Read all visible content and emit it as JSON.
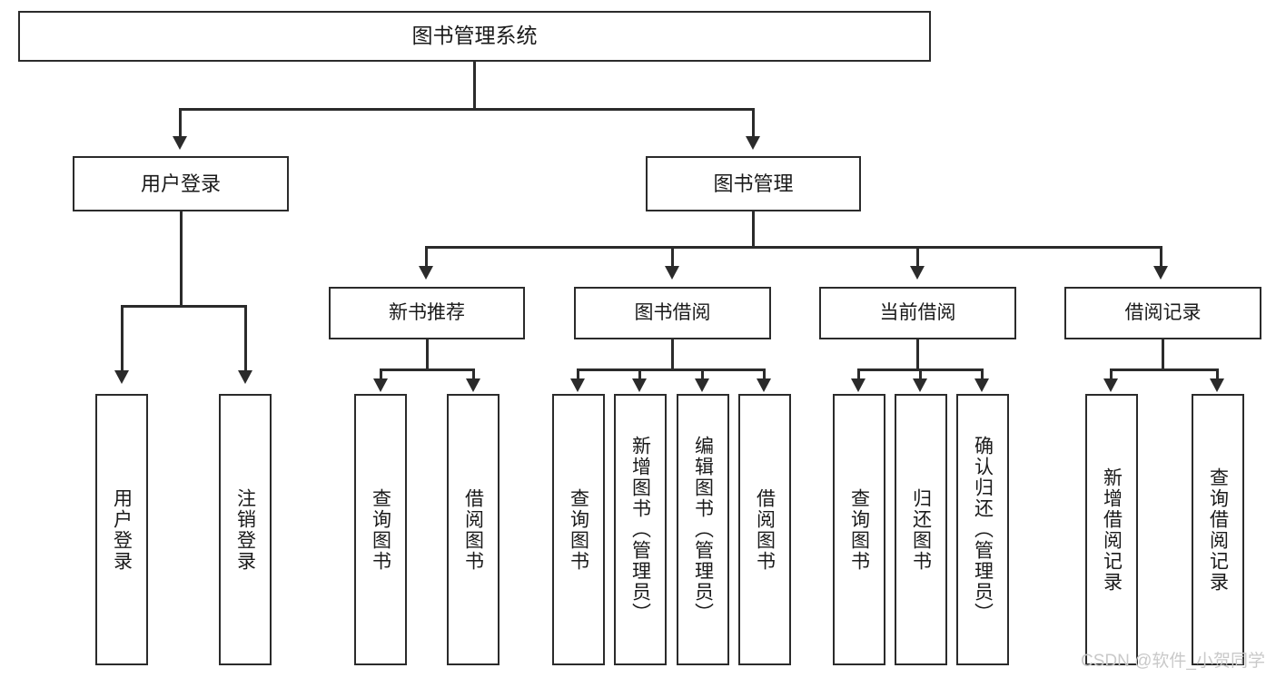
{
  "diagram": {
    "type": "tree-hierarchy",
    "title": "图书管理系统",
    "root": {
      "label": "图书管理系统"
    },
    "level2": [
      {
        "label": "用户登录"
      },
      {
        "label": "图书管理"
      }
    ],
    "level3": [
      {
        "label": "新书推荐"
      },
      {
        "label": "图书借阅"
      },
      {
        "label": "当前借阅"
      },
      {
        "label": "借阅记录"
      }
    ],
    "leaves": [
      {
        "label": "用户登录"
      },
      {
        "label": "注销登录"
      },
      {
        "label": "查询图书"
      },
      {
        "label": "借阅图书"
      },
      {
        "label": "查询图书"
      },
      {
        "label": "新增图书（管理员）"
      },
      {
        "label": "编辑图书（管理员）"
      },
      {
        "label": "借阅图书"
      },
      {
        "label": "查询图书"
      },
      {
        "label": "归还图书"
      },
      {
        "label": "确认归还（管理员）"
      },
      {
        "label": "新增借阅记录"
      },
      {
        "label": "查询借阅记录"
      }
    ]
  },
  "watermark": {
    "text": "CSDN @软件_小贺同学"
  },
  "colors": {
    "stroke": "#2b2b2b",
    "fill": "#ffffff",
    "text": "#1a1a1a",
    "watermark": "#c9c9c9"
  }
}
